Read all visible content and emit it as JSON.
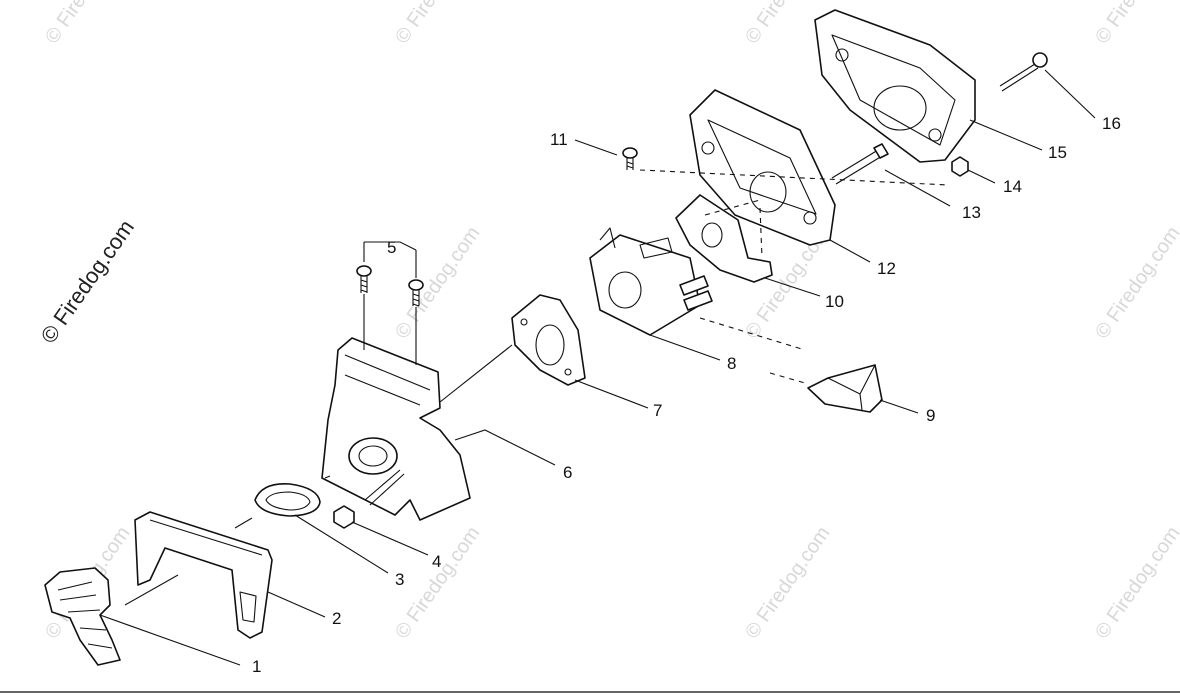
{
  "watermark": {
    "brand_text": "© Firedog.com",
    "tile_text": "© Firedog.com"
  },
  "callouts": [
    {
      "id": "1",
      "label": "1"
    },
    {
      "id": "2",
      "label": "2"
    },
    {
      "id": "3",
      "label": "3"
    },
    {
      "id": "4",
      "label": "4"
    },
    {
      "id": "5",
      "label": "5"
    },
    {
      "id": "6",
      "label": "6"
    },
    {
      "id": "7",
      "label": "7"
    },
    {
      "id": "8",
      "label": "8"
    },
    {
      "id": "9",
      "label": "9"
    },
    {
      "id": "10",
      "label": "10"
    },
    {
      "id": "11",
      "label": "11"
    },
    {
      "id": "12",
      "label": "12"
    },
    {
      "id": "13",
      "label": "13"
    },
    {
      "id": "14",
      "label": "14"
    },
    {
      "id": "15",
      "label": "15"
    },
    {
      "id": "16",
      "label": "16"
    }
  ]
}
